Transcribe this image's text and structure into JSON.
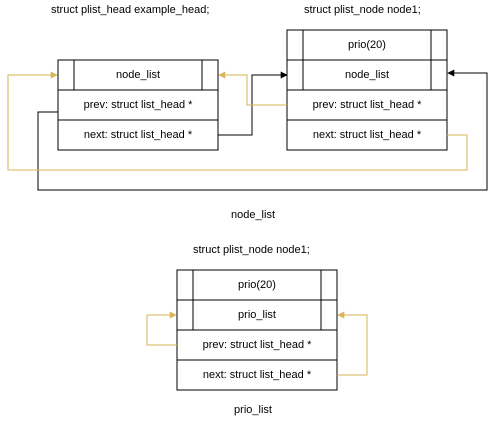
{
  "labels": {
    "example_head_title": "struct plist_head example_head;",
    "node1_title_top": "struct plist_node node1;",
    "node_list_caption": "node_list",
    "node1_title_bottom": "struct plist_node node1;",
    "prio_list_caption": "prio_list"
  },
  "example_head": {
    "node_list": "node_list",
    "prev": "prev: struct list_head *",
    "next": "next: struct list_head *"
  },
  "node1_top": {
    "prio": "prio(20)",
    "node_list": "node_list",
    "prev": "prev: struct list_head *",
    "next": "next: struct list_head *"
  },
  "node1_bottom": {
    "prio": "prio(20)",
    "prio_list": "prio_list",
    "prev": "prev: struct list_head *",
    "next": "next: struct list_head *"
  },
  "colors": {
    "line_black": "#000000",
    "line_gold": "#d6b656"
  }
}
